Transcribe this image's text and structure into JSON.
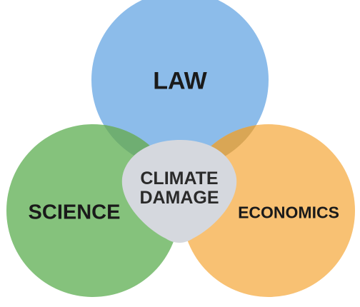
{
  "diagram": {
    "sets": [
      {
        "id": "law",
        "label": "LAW",
        "color": "#8cbcea"
      },
      {
        "id": "science",
        "label": "SCIENCE",
        "color": "#85c27c"
      },
      {
        "id": "economics",
        "label": "ECONOMICS",
        "color": "#f8c173"
      }
    ],
    "overlap_colors": {
      "law_science": "#6fae72",
      "law_economics": "#d9a655"
    },
    "center": {
      "line1": "CLIMATE",
      "line2": "DAMAGE",
      "color": "#d5d8de"
    }
  }
}
